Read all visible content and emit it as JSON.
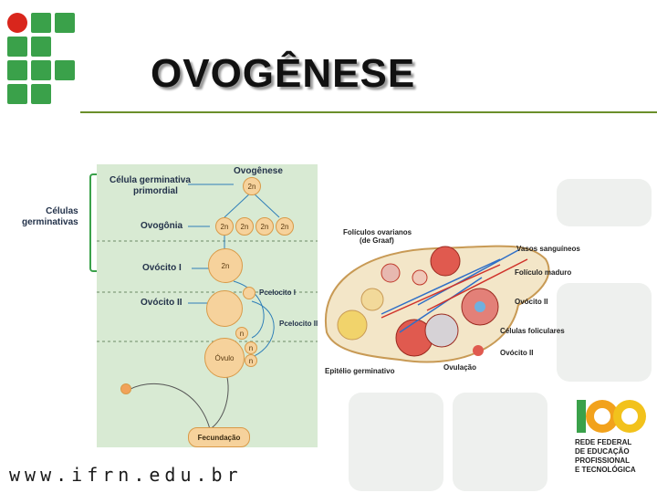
{
  "slide": {
    "title": "OVOGÊNESE",
    "website": "www.ifrn.edu.br"
  },
  "colors": {
    "brand_green": "#3aa14a",
    "brand_red": "#d9261c",
    "rule_olive": "#6b8f2a",
    "diagram_bg": "#d8ead3"
  },
  "left_diagram": {
    "heading": "Ovogênese",
    "side_label": [
      "Células",
      "germinativas"
    ],
    "labels": {
      "primordial": [
        "Célula germinativa",
        "primordial"
      ],
      "ovogonia": "Ovogônia",
      "ovocito1": "Ovócito I",
      "ovocito2": "Ovócito II",
      "pcelocito": "Pcelocito I",
      "pcelocito2": "Pcelocito II",
      "ovulo": "Óvulo",
      "fecundacao": "Fecundação"
    },
    "ploidy": {
      "two_n": "2n",
      "n": "n"
    }
  },
  "right_diagram": {
    "labels": {
      "foliculos": [
        "Folículos ovarianos",
        "(de Graaf)"
      ],
      "vasos": "Vasos sanguíneos",
      "maduro": "Folículo maduro",
      "ovocito2": "Ovócito II",
      "celulas_foliculares": "Células foliculares",
      "ovocito2b": "Ovócito II",
      "epitelio": "Epitélio germinativo",
      "ovulacao": "Ovulação"
    }
  },
  "badge": {
    "lines": [
      "REDE FEDERAL",
      "DE EDUCAÇÃO",
      "PROFISSIONAL",
      "E TECNOLÓGICA"
    ]
  }
}
